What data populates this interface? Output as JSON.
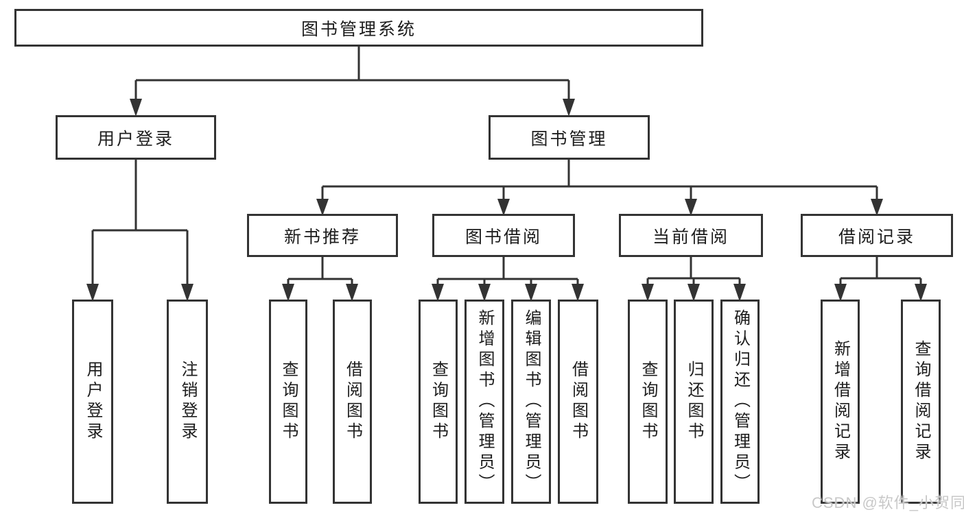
{
  "colors": {
    "line": "#333333",
    "box_border": "#333333",
    "box_background": "#ffffff",
    "text": "#1d1d1d",
    "watermark": "#c8c8c8",
    "page_background": "#ffffff"
  },
  "watermark": {
    "text": "CSDN @软件_小贺同学"
  },
  "tree": {
    "root": {
      "label": "图书管理系统"
    },
    "branches": [
      {
        "label": "用户登录",
        "leaves": [
          {
            "label": "用户登录"
          },
          {
            "label": "注销登录"
          }
        ]
      },
      {
        "label": "图书管理",
        "groups": [
          {
            "label": "新书推荐",
            "leaves": [
              {
                "label": "查询图书"
              },
              {
                "label": "借阅图书"
              }
            ]
          },
          {
            "label": "图书借阅",
            "leaves": [
              {
                "label": "查询图书"
              },
              {
                "label": "新增图书（管理员）"
              },
              {
                "label": "编辑图书（管理员）"
              },
              {
                "label": "借阅图书"
              }
            ]
          },
          {
            "label": "当前借阅",
            "leaves": [
              {
                "label": "查询图书"
              },
              {
                "label": "归还图书"
              },
              {
                "label": "确认归还（管理员）"
              }
            ]
          },
          {
            "label": "借阅记录",
            "leaves": [
              {
                "label": "新增借阅记录"
              },
              {
                "label": "查询借阅记录"
              }
            ]
          }
        ]
      }
    ]
  }
}
